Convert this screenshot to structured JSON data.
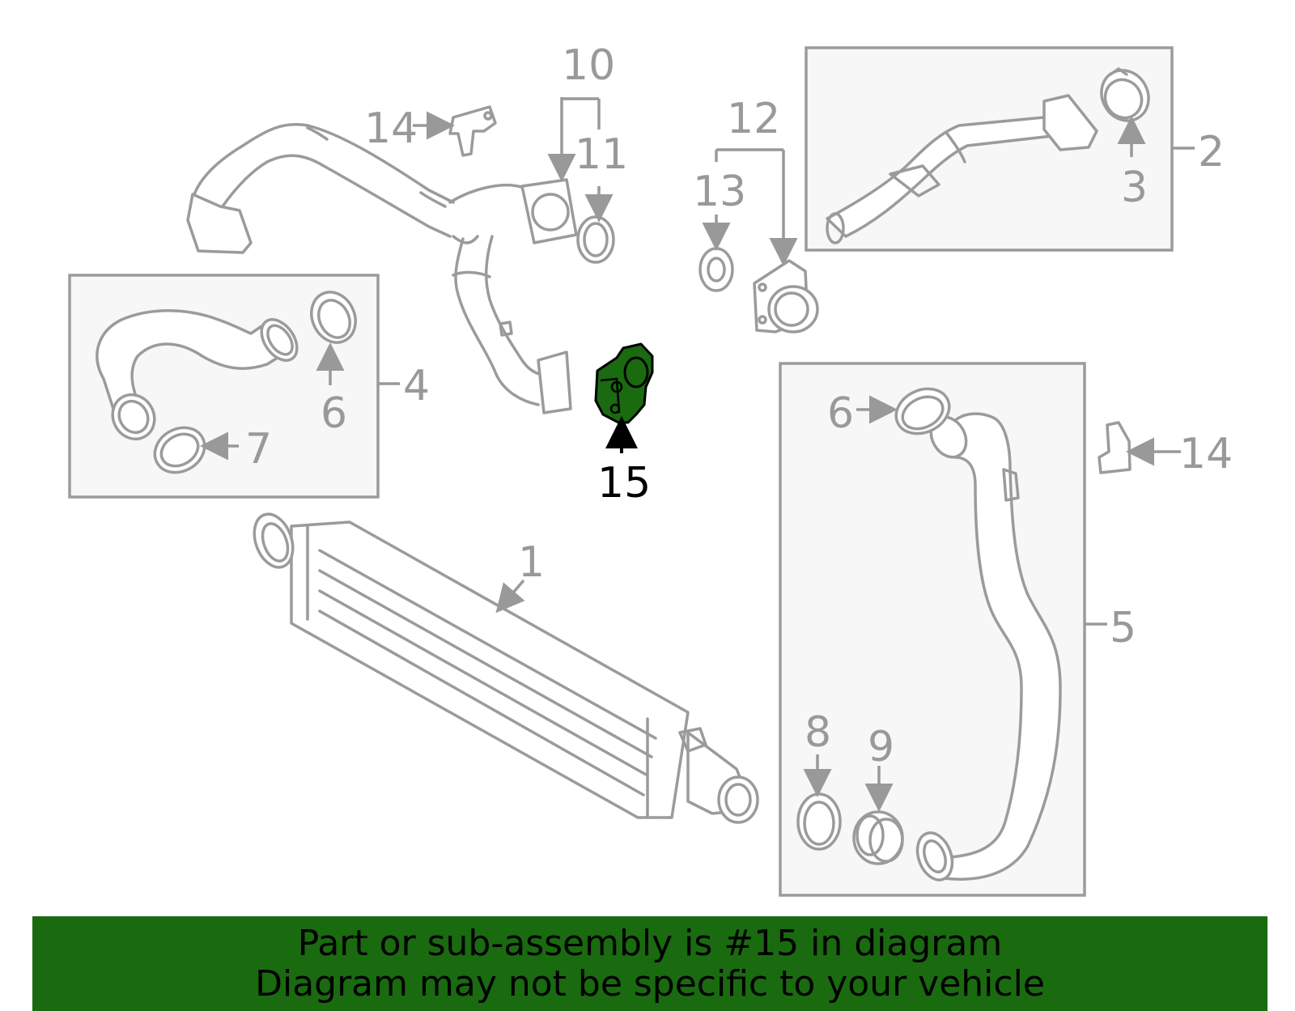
{
  "callouts": {
    "c1": "1",
    "c2": "2",
    "c3": "3",
    "c4": "4",
    "c5": "5",
    "c6a": "6",
    "c6b": "6",
    "c7": "7",
    "c8": "8",
    "c9": "9",
    "c10": "10",
    "c11": "11",
    "c12": "12",
    "c13": "13",
    "c14a": "14",
    "c14b": "14",
    "c15": "15"
  },
  "highlight_color": "#1a6a10",
  "banner": {
    "line1": "Part or sub-assembly is #15 in diagram",
    "line2": "Diagram may not be specific to your vehicle"
  }
}
